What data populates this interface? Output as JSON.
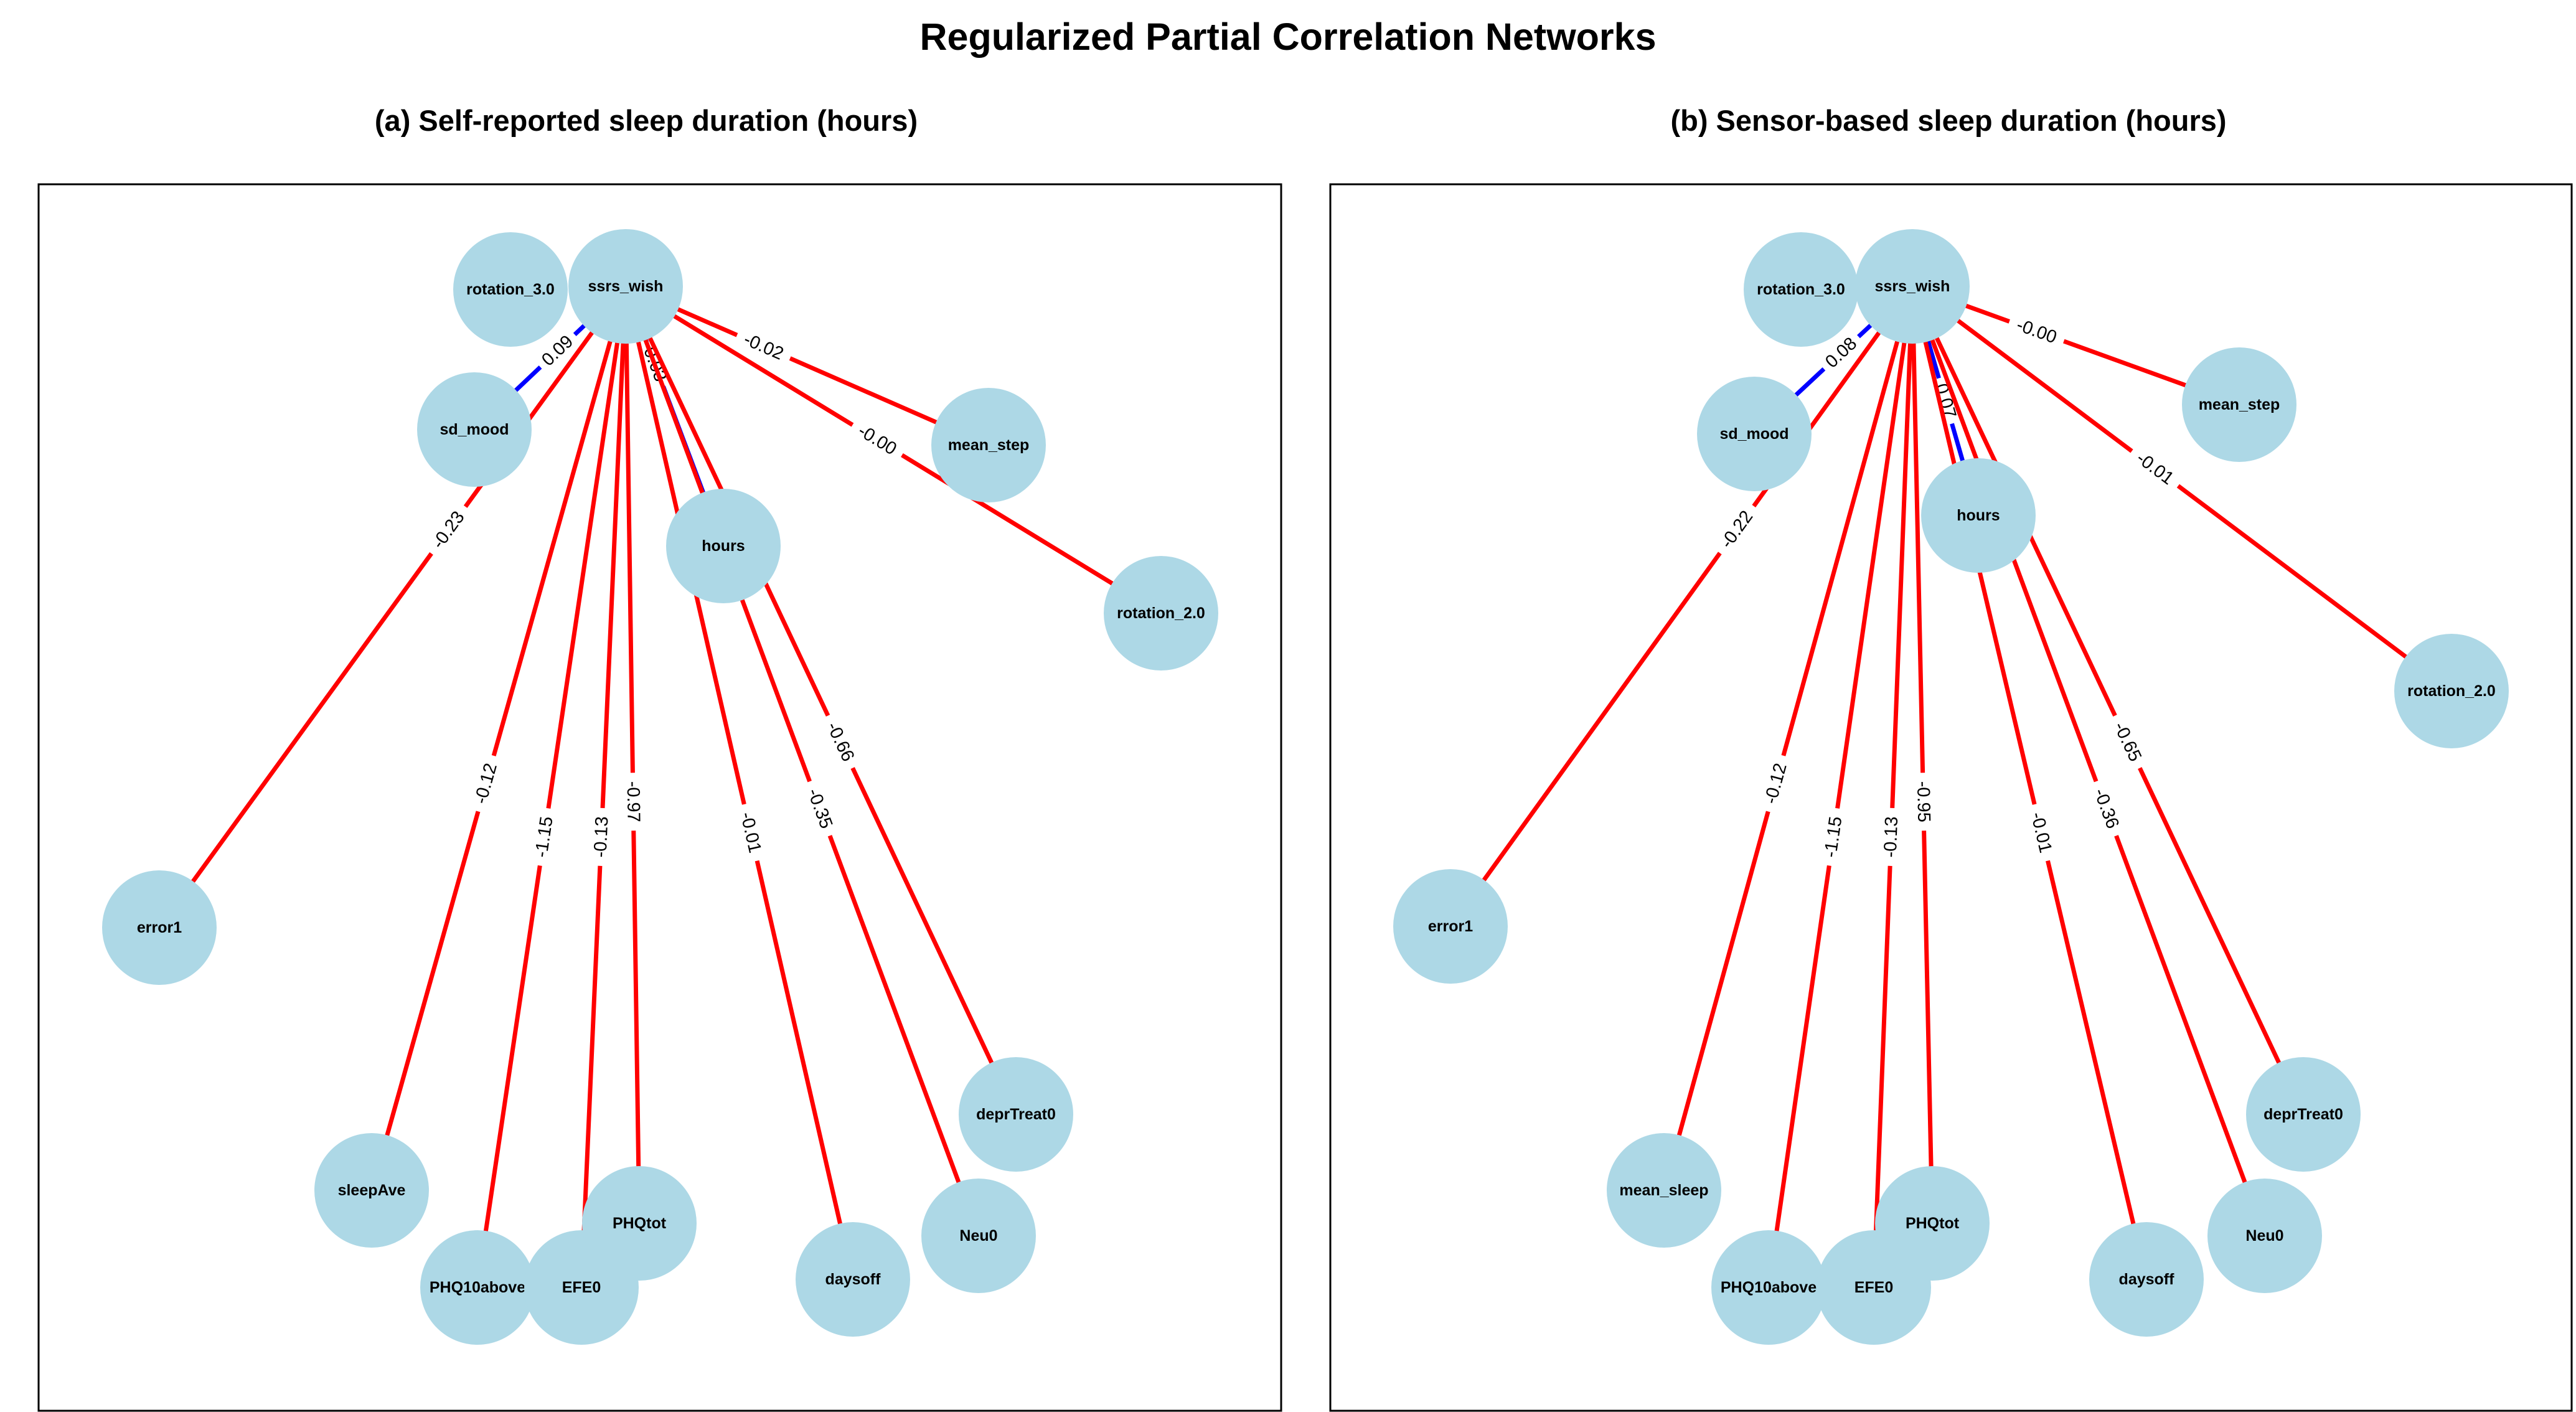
{
  "figure": {
    "title": "Regularized Partial Correlation Networks"
  },
  "colors": {
    "node_fill": "#add8e6",
    "positive_edge": "#0000ff",
    "negative_edge": "#ff0000",
    "frame": "#000000",
    "background": "#ffffff"
  },
  "panels": [
    {
      "id": "a",
      "title": "(a)  Self-reported sleep duration (hours)",
      "nodes": [
        {
          "id": "ssrs_wish",
          "label": "ssrs_wish"
        },
        {
          "id": "rotation_3.0",
          "label": "rotation_3.0"
        },
        {
          "id": "sd_mood",
          "label": "sd_mood"
        },
        {
          "id": "mean_step",
          "label": "mean_step"
        },
        {
          "id": "hours",
          "label": "hours"
        },
        {
          "id": "rotation_2.0",
          "label": "rotation_2.0"
        },
        {
          "id": "error1",
          "label": "error1"
        },
        {
          "id": "sleepAve",
          "label": "sleepAve"
        },
        {
          "id": "PHQ10above",
          "label": "PHQ10above"
        },
        {
          "id": "EFE0",
          "label": "EFE0"
        },
        {
          "id": "PHQtot",
          "label": "PHQtot"
        },
        {
          "id": "daysoff",
          "label": "daysoff"
        },
        {
          "id": "Neu0",
          "label": "Neu0"
        },
        {
          "id": "deprTreat0",
          "label": "deprTreat0"
        }
      ],
      "edges": [
        {
          "from": "ssrs_wish",
          "to": "sd_mood",
          "weight": 0.09,
          "label": "0.09",
          "sign": "positive"
        },
        {
          "from": "ssrs_wish",
          "to": "hours",
          "weight": 0.03,
          "label": "0.03",
          "sign": "positive"
        },
        {
          "from": "ssrs_wish",
          "to": "mean_step",
          "weight": -0.02,
          "label": "-0.02",
          "sign": "negative"
        },
        {
          "from": "ssrs_wish",
          "to": "rotation_2.0",
          "weight": -0.0,
          "label": "-0.00",
          "sign": "negative"
        },
        {
          "from": "ssrs_wish",
          "to": "error1",
          "weight": -0.23,
          "label": "-0.23",
          "sign": "negative"
        },
        {
          "from": "ssrs_wish",
          "to": "sleepAve",
          "weight": -0.12,
          "label": "-0.12",
          "sign": "negative"
        },
        {
          "from": "ssrs_wish",
          "to": "PHQ10above",
          "weight": -1.15,
          "label": "-1.15",
          "sign": "negative"
        },
        {
          "from": "ssrs_wish",
          "to": "EFE0",
          "weight": -0.13,
          "label": "-0.13",
          "sign": "negative"
        },
        {
          "from": "ssrs_wish",
          "to": "PHQtot",
          "weight": -0.97,
          "label": "-0.97",
          "sign": "negative"
        },
        {
          "from": "ssrs_wish",
          "to": "daysoff",
          "weight": -0.01,
          "label": "-0.01",
          "sign": "negative"
        },
        {
          "from": "ssrs_wish",
          "to": "Neu0",
          "weight": -0.35,
          "label": "-0.35",
          "sign": "negative"
        },
        {
          "from": "ssrs_wish",
          "to": "deprTreat0",
          "weight": -0.66,
          "label": "-0.66",
          "sign": "negative"
        }
      ]
    },
    {
      "id": "b",
      "title": "(b) Sensor-based sleep duration (hours)",
      "nodes": [
        {
          "id": "ssrs_wish",
          "label": "ssrs_wish"
        },
        {
          "id": "rotation_3.0",
          "label": "rotation_3.0"
        },
        {
          "id": "sd_mood",
          "label": "sd_mood"
        },
        {
          "id": "mean_step",
          "label": "mean_step"
        },
        {
          "id": "hours",
          "label": "hours"
        },
        {
          "id": "rotation_2.0",
          "label": "rotation_2.0"
        },
        {
          "id": "error1",
          "label": "error1"
        },
        {
          "id": "mean_sleep",
          "label": "mean_sleep"
        },
        {
          "id": "PHQ10above",
          "label": "PHQ10above"
        },
        {
          "id": "EFE0",
          "label": "EFE0"
        },
        {
          "id": "PHQtot",
          "label": "PHQtot"
        },
        {
          "id": "daysoff",
          "label": "daysoff"
        },
        {
          "id": "Neu0",
          "label": "Neu0"
        },
        {
          "id": "deprTreat0",
          "label": "deprTreat0"
        }
      ],
      "edges": [
        {
          "from": "ssrs_wish",
          "to": "sd_mood",
          "weight": 0.08,
          "label": "0.08",
          "sign": "positive"
        },
        {
          "from": "ssrs_wish",
          "to": "hours",
          "weight": 0.07,
          "label": "0.07",
          "sign": "positive"
        },
        {
          "from": "ssrs_wish",
          "to": "mean_step",
          "weight": -0.0,
          "label": "-0.00",
          "sign": "negative"
        },
        {
          "from": "ssrs_wish",
          "to": "rotation_2.0",
          "weight": -0.01,
          "label": "-0.01",
          "sign": "negative"
        },
        {
          "from": "ssrs_wish",
          "to": "error1",
          "weight": -0.22,
          "label": "-0.22",
          "sign": "negative"
        },
        {
          "from": "ssrs_wish",
          "to": "mean_sleep",
          "weight": -0.12,
          "label": "-0.12",
          "sign": "negative"
        },
        {
          "from": "ssrs_wish",
          "to": "PHQ10above",
          "weight": -1.15,
          "label": "-1.15",
          "sign": "negative"
        },
        {
          "from": "ssrs_wish",
          "to": "EFE0",
          "weight": -0.13,
          "label": "-0.13",
          "sign": "negative"
        },
        {
          "from": "ssrs_wish",
          "to": "PHQtot",
          "weight": -0.95,
          "label": "-0.95",
          "sign": "negative"
        },
        {
          "from": "ssrs_wish",
          "to": "daysoff",
          "weight": -0.01,
          "label": "-0.01",
          "sign": "negative"
        },
        {
          "from": "ssrs_wish",
          "to": "Neu0",
          "weight": -0.36,
          "label": "-0.36",
          "sign": "negative"
        },
        {
          "from": "ssrs_wish",
          "to": "deprTreat0",
          "weight": -0.65,
          "label": "-0.65",
          "sign": "negative"
        }
      ]
    }
  ]
}
